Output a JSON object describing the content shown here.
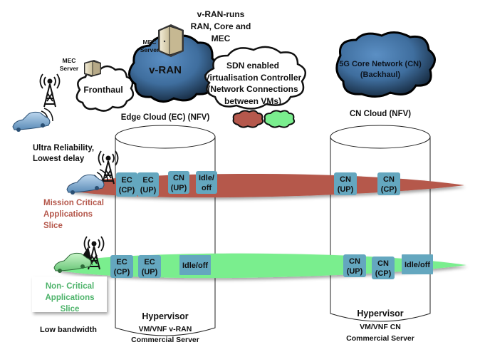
{
  "top_note": [
    "v-RAN-runs",
    "RAN, Core and",
    "MEC"
  ],
  "mec_server_small": [
    "MEC",
    "Server"
  ],
  "mec_server_large": [
    "MEC",
    "Server"
  ],
  "fronthaul_cloud": "Fronthaul",
  "vran_cloud": "v-RAN",
  "edge_cloud_label": "Edge Cloud (EC) (NFV)",
  "sdn_cloud": [
    "SDN enabled",
    "Virtualisation Controller",
    "(Network Connections",
    "between VMs)"
  ],
  "core_cloud": [
    "5G Core Network (CN)",
    "(Backhaul)"
  ],
  "cn_cloud_label": "CN Cloud (NFV)",
  "mission_slice": {
    "qos": [
      "Ultra Reliability,",
      "Lowest delay"
    ],
    "name": [
      "Mission Critical",
      "Applications",
      "Slice"
    ],
    "color": "#b5584c",
    "edge_boxes": [
      [
        "EC",
        "(CP)"
      ],
      [
        "EC",
        "(UP)"
      ],
      [
        "CN",
        "(UP)"
      ],
      [
        "Idle/",
        "off"
      ]
    ],
    "core_boxes": [
      [
        "CN",
        "(UP)"
      ],
      [
        "CN",
        "(CP)"
      ]
    ]
  },
  "noncritical_slice": {
    "qos": "Low bandwidth",
    "name": [
      "Non- Critical",
      "Applications",
      "Slice"
    ],
    "color": "#7aee8e",
    "name_color": "#4db36a",
    "edge_boxes": [
      [
        "EC",
        "(CP)"
      ],
      [
        "EC",
        "(UP)"
      ],
      [
        "Idle/off"
      ]
    ],
    "core_boxes": [
      [
        "CN",
        "(UP)"
      ],
      [
        "CN",
        "(CP)"
      ],
      [
        "Idle/off"
      ]
    ]
  },
  "vnf_box_color": "#64a7bf",
  "edge_server": {
    "hypervisor": "Hypervisor",
    "caption": [
      "VM/VNF v-RAN",
      "Commercial Server"
    ]
  },
  "core_server": {
    "hypervisor": "Hypervisor",
    "caption": [
      "VM/VNF CN",
      "Commercial Server"
    ]
  }
}
